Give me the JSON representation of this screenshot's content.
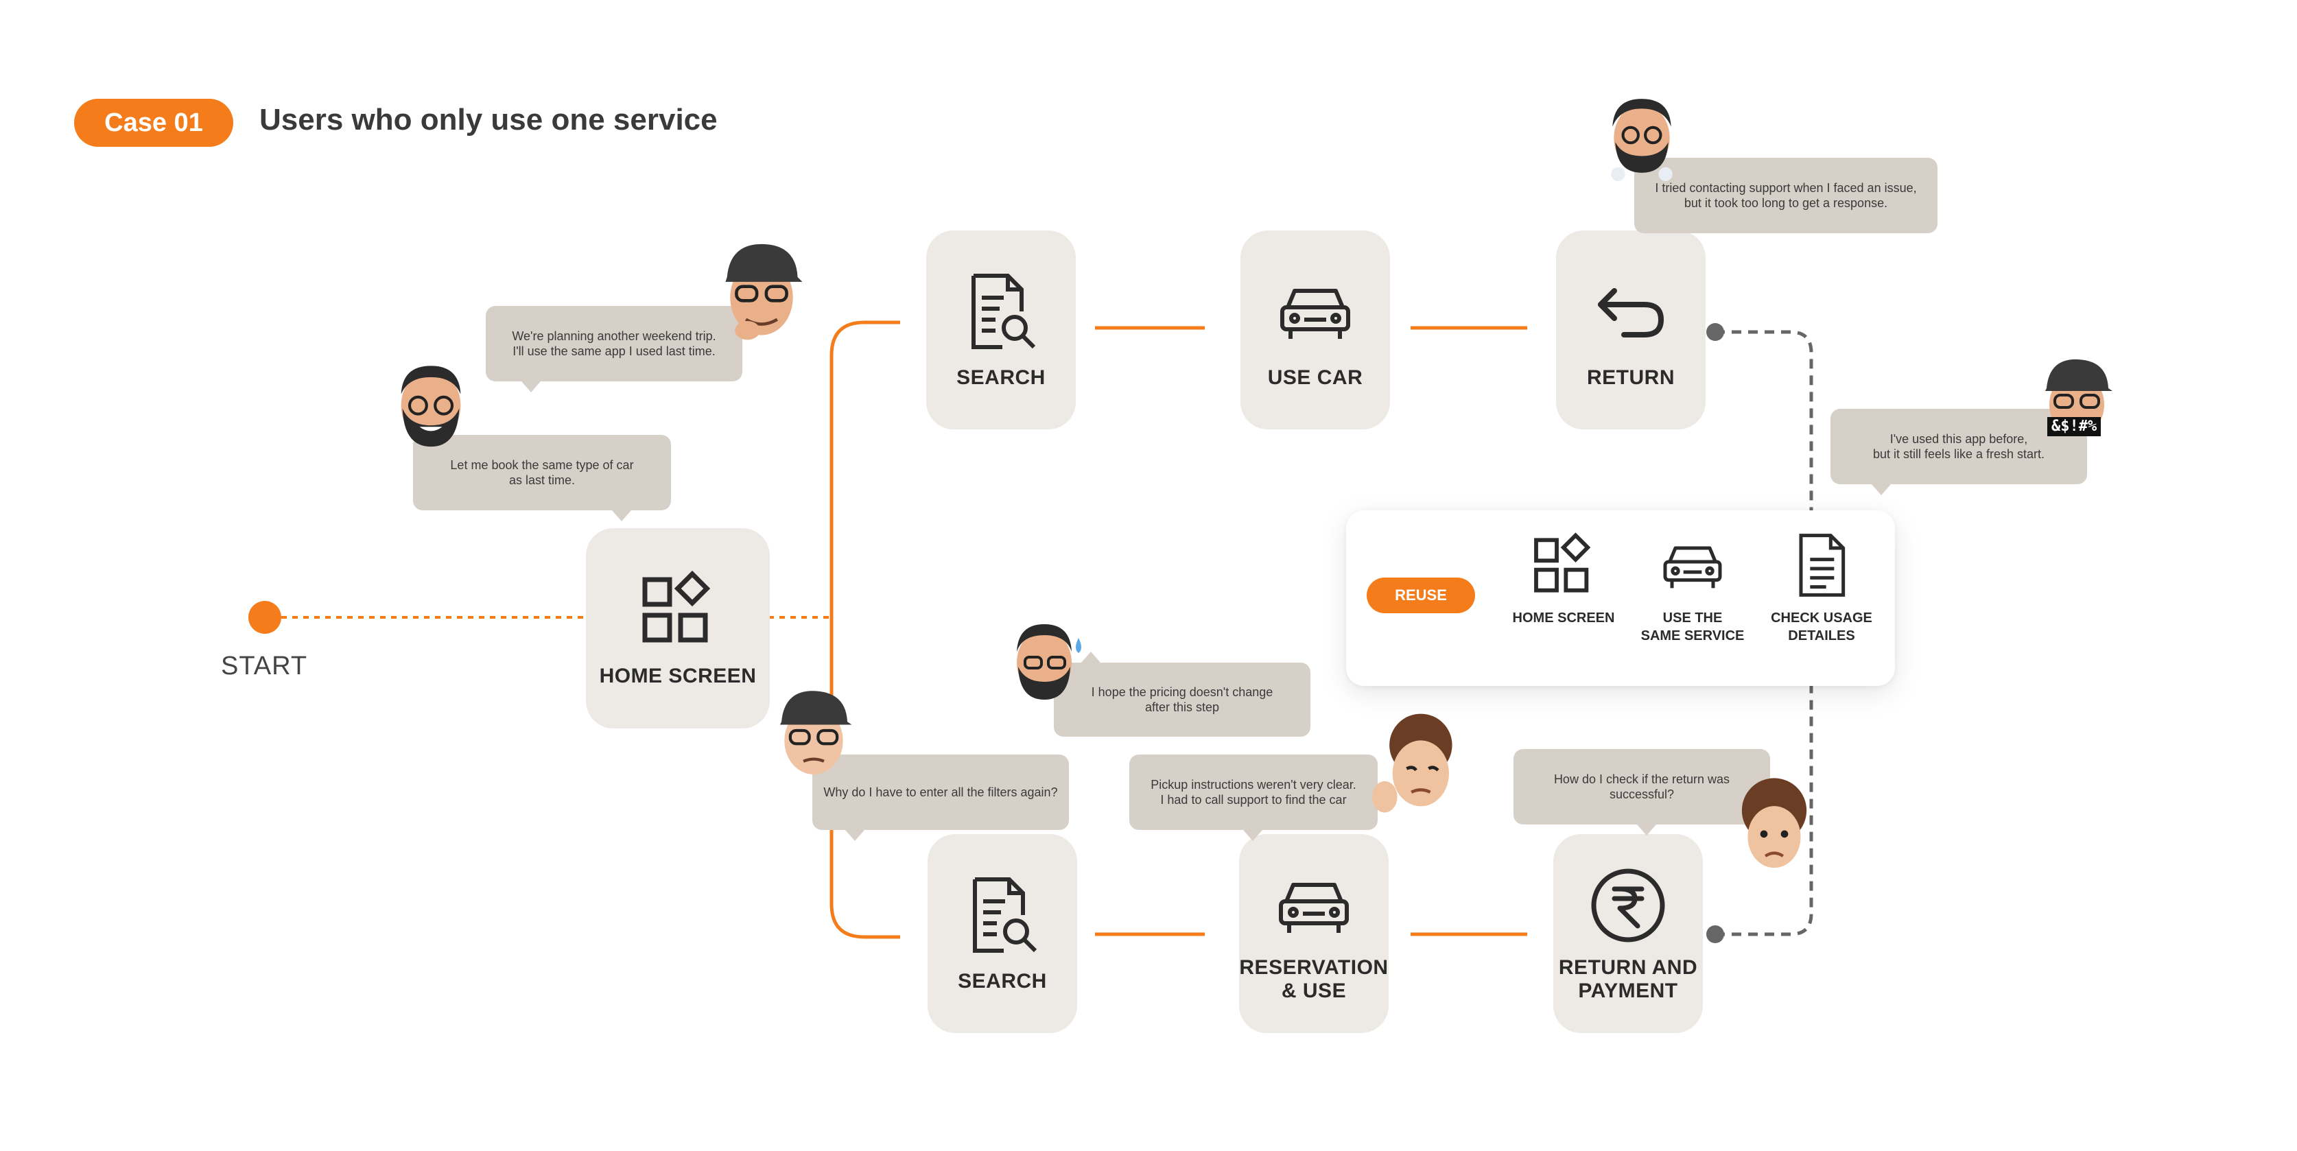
{
  "header": {
    "case_label": "Case 01",
    "title": "Users who only use one service"
  },
  "start": {
    "label": "START"
  },
  "colors": {
    "accent": "#f47c1a",
    "node_bg": "#ede9e5",
    "bubble_bg": "#d7d0c9",
    "dashed": "#666666"
  },
  "nodes": {
    "home": {
      "label": "HOME SCREEN",
      "icon": "grid-icon"
    },
    "search_top": {
      "label": "SEARCH",
      "icon": "document-search-icon"
    },
    "use_car": {
      "label": "USE CAR",
      "icon": "car-icon"
    },
    "return": {
      "label": "RETURN",
      "icon": "return-arrow-icon"
    },
    "search_bottom": {
      "label": "SEARCH",
      "icon": "document-search-icon"
    },
    "reservation": {
      "label": "RESERVATION\n& USE",
      "icon": "car-icon"
    },
    "return_payment": {
      "label": "RETURN AND\nPAYMENT",
      "icon": "rupee-icon"
    }
  },
  "reuse": {
    "label": "REUSE",
    "items": [
      {
        "label": "HOME SCREEN",
        "icon": "grid-icon"
      },
      {
        "label": "USE THE\nSAME SERVICE",
        "icon": "car-icon"
      },
      {
        "label": "CHECK USAGE\nDETAILES",
        "icon": "document-icon"
      }
    ]
  },
  "bubbles": {
    "weekend": "We're planning another weekend trip.\nI'll use the same app I used last time.",
    "book_same": "Let me book the same type of car\nas last time.",
    "filters": "Why do I have to enter all the filters again?",
    "pricing": "I hope the pricing doesn't change\nafter this step",
    "pickup": "Pickup instructions weren't very clear.\nI had to call support to find the car",
    "return_check": "How do I check if the return was\nsuccessful?",
    "support": "I tried contacting support when I faced an issue,\nbut it took too long to get a response.",
    "fresh_start": "I've used this app before,\nbut it still feels like a fresh start."
  },
  "avatars": {
    "swear_text": "&$!#%"
  }
}
